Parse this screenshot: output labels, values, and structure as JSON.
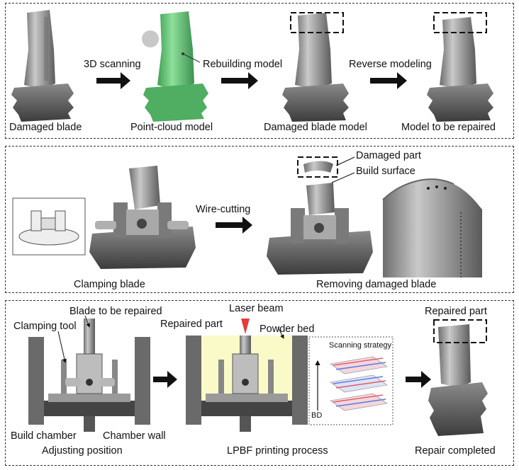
{
  "panel1": {
    "damaged_blade": "Damaged blade",
    "scanning": "3D scanning",
    "point_cloud": "Point-cloud model",
    "rebuilding": "Rebuilding model",
    "damaged_blade_model": "Damaged blade model",
    "reverse_modeling": "Reverse modeling",
    "model_to_repair": "Model to be repaired"
  },
  "panel2": {
    "clamping_blade": "Clamping blade",
    "wire_cutting": "Wire-cutting",
    "damaged_part": "Damaged part",
    "build_surface": "Build surface",
    "removing": "Removing damaged blade"
  },
  "panel3": {
    "blade_to_repair": "Blade to be repaired",
    "clamping_tool": "Clamping tool",
    "build_chamber": "Build chamber",
    "chamber_wall": "Chamber wall",
    "adjusting": "Adjusting position",
    "laser_beam": "Laser beam",
    "repaired_part_left": "Repaired part",
    "powder_bed": "Powder bed",
    "scanning_strategy": "Scanning strategy",
    "bd": "BD",
    "lpbf": "LPBF printing process",
    "repaired_part_right": "Repaired part",
    "repair_completed": "Repair completed"
  },
  "colors": {
    "metal": "#9a9a9a",
    "metal_dark": "#555555",
    "point_cloud": "#6cc97a",
    "powder": "#fafac8",
    "laser": "#e53b3b",
    "hatch_red": "#e05a6a",
    "hatch_blue": "#5a7ae0"
  }
}
